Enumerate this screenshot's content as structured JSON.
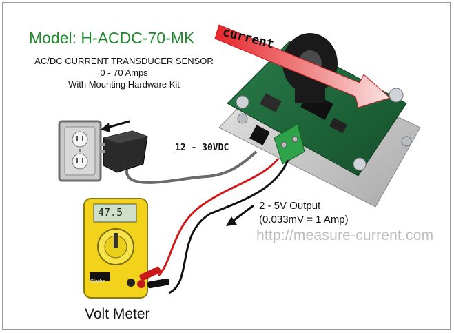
{
  "model": "Model:  H-ACDC-70-MK",
  "subtitle": {
    "line1": "AC/DC CURRENT TRANSDUCER SENSOR",
    "line2": "0 - 70 Amps",
    "line3": "With Mounting Hardware Kit"
  },
  "current_label": "current",
  "power_label": "12 - 30VDC",
  "output": {
    "line1": "2 - 5V Output",
    "line2": "(0.033mV = 1 Amp)"
  },
  "website": "http://measure-current.com",
  "meter_label": "Volt Meter",
  "meter_display": "47.5",
  "meter_brand": "Clarke",
  "colors": {
    "title_green": "#1f8a2c",
    "arrow_red": "#e8252b",
    "board_green": "#1d6b3a",
    "meter_yellow": "#f2d21a"
  }
}
